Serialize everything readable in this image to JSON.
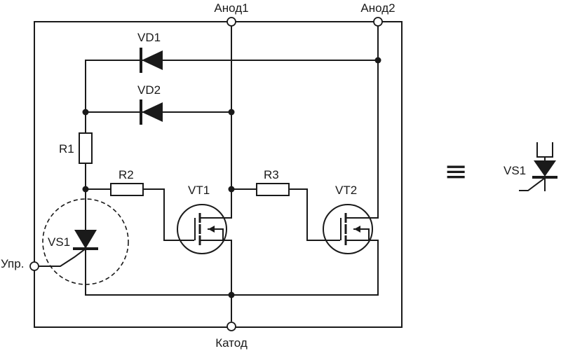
{
  "labels": {
    "anode1": "Анод1",
    "anode2": "Анод2",
    "cathode": "Катод",
    "control": "Упр.",
    "vd1": "VD1",
    "vd2": "VD2",
    "r1": "R1",
    "r2": "R2",
    "r3": "R3",
    "vt1": "VT1",
    "vt2": "VT2",
    "vs1": "VS1",
    "vs1_equiv": "VS1"
  },
  "equivalence_symbol": "≡",
  "colors": {
    "line": "#1a1a1a",
    "background": "#ffffff"
  }
}
